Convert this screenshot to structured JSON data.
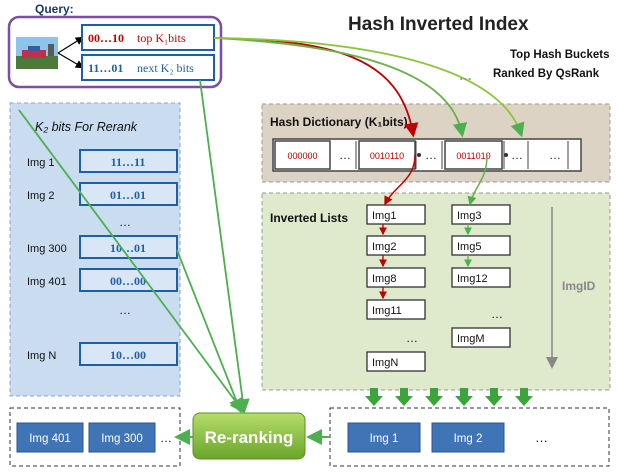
{
  "title": "Hash Inverted Index",
  "subtitle_line1": "Top Hash Buckets",
  "subtitle_line2": "Ranked By QsRank",
  "query": {
    "label": "Query:",
    "top_code": "00…10",
    "top_text": "top K₁bits",
    "next_code": "11…01",
    "next_text": "next K₂ bits"
  },
  "rerank_panel": {
    "title": "K₂ bits For Rerank",
    "rows": [
      {
        "label": "Img 1",
        "code": "11…11"
      },
      {
        "label": "Img 2",
        "code": "01…01"
      },
      {
        "label": "Img 300",
        "code": "10…01"
      },
      {
        "label": "Img 401",
        "code": "00…00"
      },
      {
        "label": "Img N",
        "code": "10…00"
      }
    ],
    "ellipsis": "…"
  },
  "hash_dictionary": {
    "title": "Hash Dictionary (K₁bits)",
    "cells": [
      "000000",
      "…",
      "0010110",
      "…",
      "0011010",
      "…",
      "…"
    ]
  },
  "inverted_lists": {
    "title": "Inverted Lists",
    "col1": [
      "Img1",
      "Img2",
      "Img8",
      "Img11",
      "ImgN"
    ],
    "col2": [
      "Img3",
      "Img5",
      "Img12",
      "ImgM"
    ],
    "ellipsis": "…",
    "axis_label": "ImgID"
  },
  "output_right": [
    "Img 1",
    "Img 2",
    "…"
  ],
  "output_left": [
    "Img 401",
    "Img 300",
    "…"
  ],
  "rerank_button": "Re-ranking",
  "green_dots": "…",
  "colors": {
    "red": "#c00000",
    "blue": "#1f5fa8",
    "green": "#4caf50",
    "purple": "#7a4fa0"
  }
}
